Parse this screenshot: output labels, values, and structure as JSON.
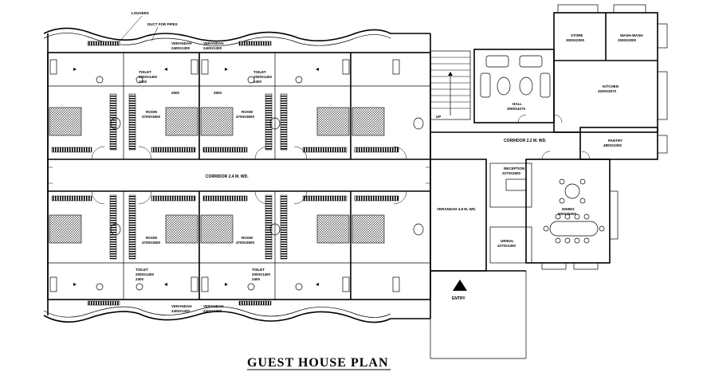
{
  "plan": {
    "title": "GUEST HOUSE PLAN",
    "labels": {
      "louvers": "LOUVERS",
      "duct": "DUCT FOR PIPES",
      "veranda": "VERANDAH",
      "veranda_dim": "2400X1300",
      "toilet": "TOILET",
      "toilet_dim": "2000X1400",
      "toilet_dim_b": "2400",
      "dim_2500": "2500",
      "room": "ROOM",
      "room_dim": "4700X3600",
      "corridor_main": "CORRIDOR 2.4 M. WD.",
      "corridor_top": "CORRIDOR 2.2 M. WD.",
      "veranda_side": "VERANDAH 4.8 M. WD.",
      "up": "UP",
      "store": "STORE",
      "store_dim": "3000X2000",
      "wash": "WASH-WASH",
      "wash_dim": "3000X2000",
      "kitchen": "KITCHEN",
      "kitchen_dim": "4200X3570",
      "hall": "HALL",
      "hall_dim": "3000X4270",
      "pantry": "PANTRY",
      "pantry_dim": "4800X2300",
      "reception": "RECEPTION",
      "reception_dim": "2270X2600",
      "dining": "DINING",
      "dining_dim": "5000X5000",
      "urinal": "URINAL",
      "urinal_dim": "2270X1300",
      "entry": "ENTRY"
    }
  }
}
